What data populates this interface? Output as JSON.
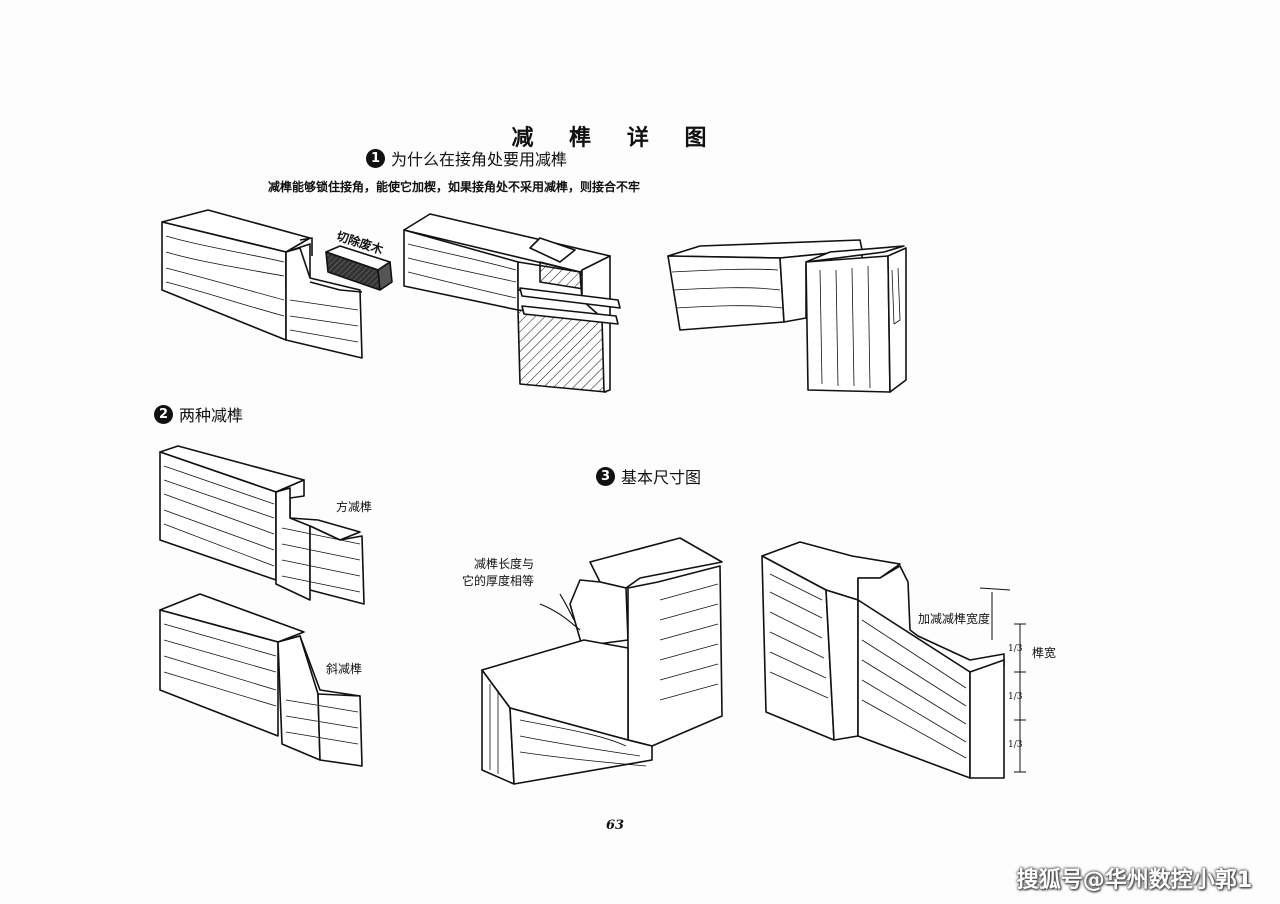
{
  "title": "减 榫 详 图",
  "section1": {
    "number": "1",
    "heading": "为什么在接角处要用减榫",
    "note": "减榫能够锁住接角，能使它加楔，如果接角处不采用减榫，则接合不牢",
    "waste_label": "切除废木"
  },
  "section2": {
    "number": "2",
    "heading": "两种减榫",
    "square_label": "方减榫",
    "angled_label": "斜减榫"
  },
  "section3": {
    "number": "3",
    "heading": "基本尺寸图",
    "length_note_line1": "减榫长度与",
    "length_note_line2": "它的厚度相等",
    "width_label": "加减减榫宽度",
    "tenon_width": "榫宽",
    "fractions": [
      "1/3",
      "1/3",
      "1/3"
    ]
  },
  "page_number": "63",
  "watermark": "搜狐号@华州数控小郭1"
}
